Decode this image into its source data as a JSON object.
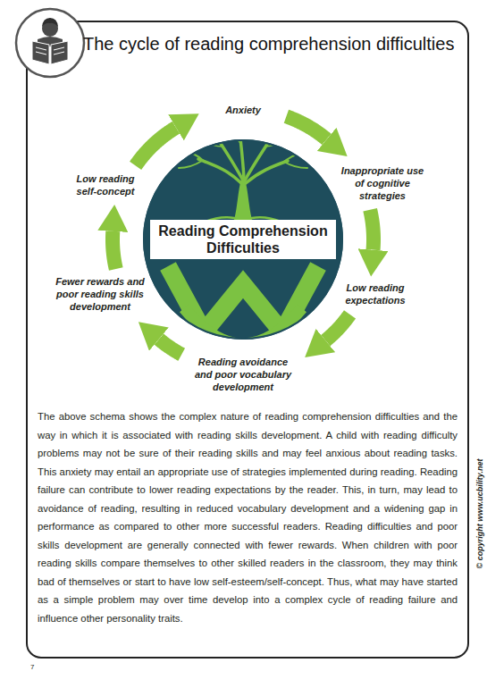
{
  "diagram": {
    "title": "The cycle of reading comprehension difficulties",
    "caption": "The above schema shows the complex nature of reading comprehension difficulties and the way in which it is associated with reading skills development. A child with reading difficulty problems may not be sure of their reading skills and may feel anxious about reading tasks. This anxiety may entail an appropriate use of strategies implemented during reading. Reading failure can contribute to lower reading expectations by the reader. This, in turn, may lead to avoidance of reading, resulting in reduced vocabulary development and a widening gap in performance as compared to other more successful readers. Reading difficulties and poor skills development are generally connected with fewer rewards. When children with poor reading skills compare themselves to other skilled readers in the classroom, they may think bad of themselves or start to have low self-esteem/self-concept. Thus, what may have started as a simple problem may over time develop into a complex cycle of reading failure and influence other personality traits.",
    "nodes": [
      {
        "text": [
          "Anxiety"
        ]
      },
      {
        "text": [
          "Inappropriate use of cognitive strategies"
        ]
      },
      {
        "text": [
          "Low reading expectations"
        ]
      },
      {
        "text": [
          "Reading avoidance and poor vocabulary development"
        ]
      },
      {
        "text": [
          "Fewer rewards and poor reading skills development"
        ]
      },
      {
        "text": [
          "Low reading self-concept"
        ]
      },
      {
        "text": [
          "Reading Comprehension Difficulties"
        ]
      }
    ],
    "edges": [
      {
        "from": 0,
        "to": 1,
        "arrow": "to"
      },
      {
        "from": 1,
        "to": 2,
        "arrow": "to"
      },
      {
        "from": 2,
        "to": 3,
        "arrow": "to"
      },
      {
        "from": 3,
        "to": 4,
        "arrow": "to"
      },
      {
        "from": 4,
        "to": 5,
        "arrow": "to"
      },
      {
        "from": 5,
        "to": 0,
        "arrow": "to"
      }
    ],
    "labels": [
      "© copyright www.ucbility.net",
      "7"
    ]
  }
}
